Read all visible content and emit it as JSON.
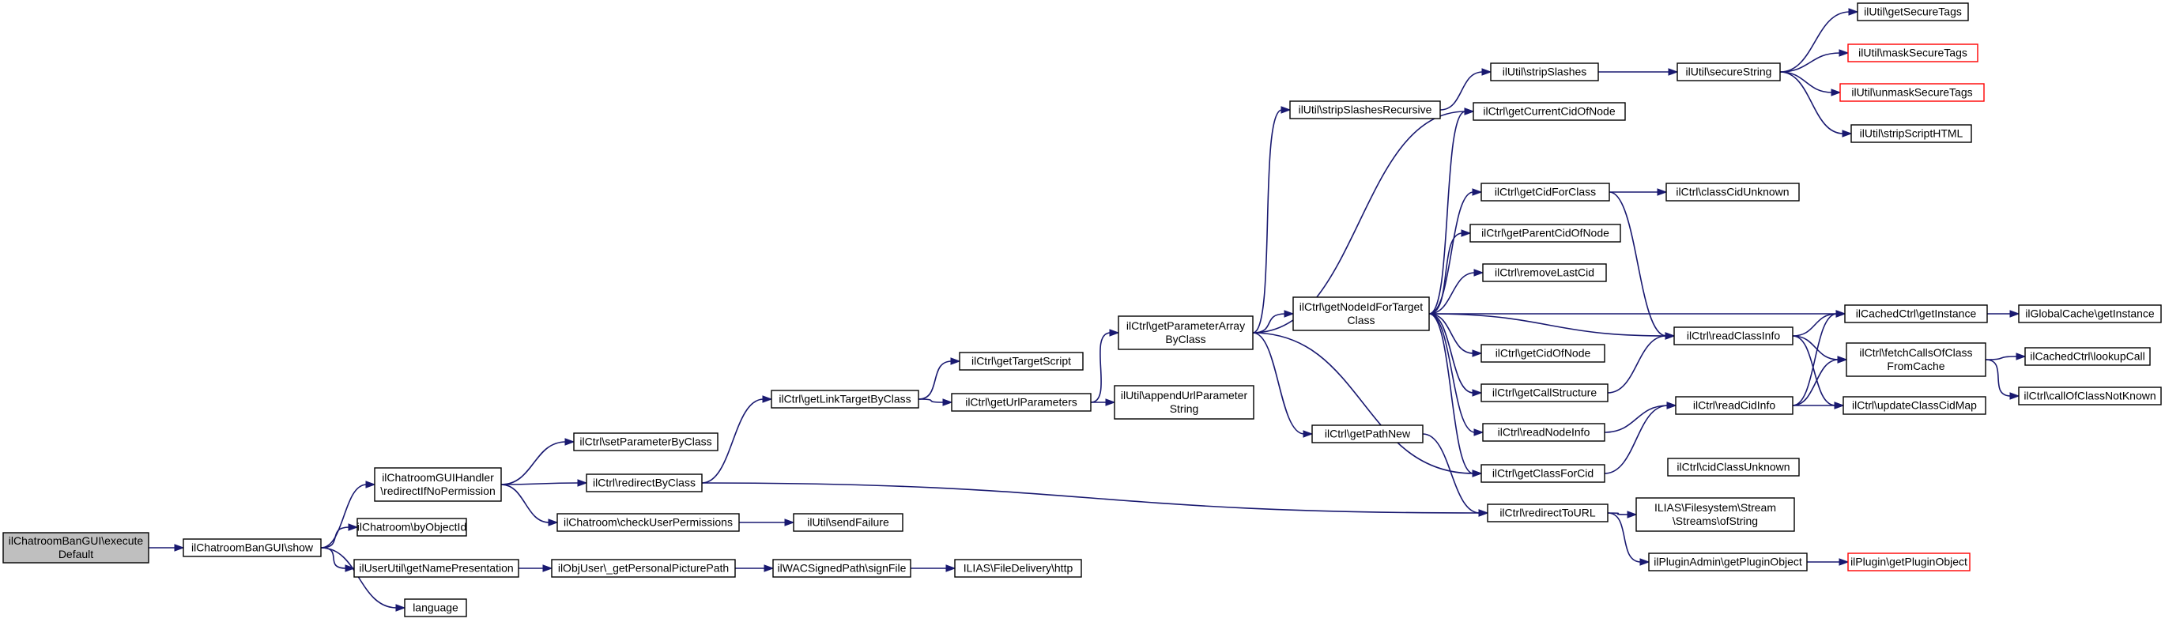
{
  "colors": {
    "edge": "#191970",
    "root_fill": "#bfbfbf",
    "missing_border": "#ff0000",
    "node_border": "#000000"
  },
  "nodes": [
    {
      "id": "n0",
      "lines": [
        "ilChatroomBanGUI\\execute",
        "Default"
      ],
      "root": true
    },
    {
      "id": "n1",
      "lines": [
        "ilChatroomBanGUI\\show"
      ]
    },
    {
      "id": "n2",
      "lines": [
        "ilChatroomGUIHandler",
        "\\redirectIfNoPermission"
      ]
    },
    {
      "id": "n3",
      "lines": [
        "ilChatroom\\byObjectId"
      ]
    },
    {
      "id": "n4",
      "lines": [
        "ilUserUtil\\getNamePresentation"
      ]
    },
    {
      "id": "n5",
      "lines": [
        "language"
      ]
    },
    {
      "id": "n6",
      "lines": [
        "ilCtrl\\setParameterByClass"
      ]
    },
    {
      "id": "n7",
      "lines": [
        "ilCtrl\\redirectByClass"
      ]
    },
    {
      "id": "n8",
      "lines": [
        "ilChatroom\\checkUserPermissions"
      ]
    },
    {
      "id": "n9",
      "lines": [
        "ilObjUser\\_getPersonalPicturePath"
      ]
    },
    {
      "id": "n10",
      "lines": [
        "ilCtrl\\getLinkTargetByClass"
      ]
    },
    {
      "id": "n11",
      "lines": [
        "ilUtil\\sendFailure"
      ]
    },
    {
      "id": "n12",
      "lines": [
        "ilWACSignedPath\\signFile"
      ]
    },
    {
      "id": "n13",
      "lines": [
        "ilCtrl\\getTargetScript"
      ]
    },
    {
      "id": "n14",
      "lines": [
        "ilCtrl\\getUrlParameters"
      ]
    },
    {
      "id": "n15",
      "lines": [
        "ILIAS\\FileDelivery\\http"
      ]
    },
    {
      "id": "n16",
      "lines": [
        "ilCtrl\\getParameterArray",
        "ByClass"
      ]
    },
    {
      "id": "n17",
      "lines": [
        "ilUtil\\appendUrlParameter",
        "String"
      ]
    },
    {
      "id": "n18",
      "lines": [
        "ilUtil\\stripSlashesRecursive"
      ]
    },
    {
      "id": "n19",
      "lines": [
        "ilCtrl\\getNodeIdForTarget",
        "Class"
      ]
    },
    {
      "id": "n20",
      "lines": [
        "ilCtrl\\getPathNew"
      ]
    },
    {
      "id": "n21",
      "lines": [
        "ilUtil\\stripSlashes"
      ]
    },
    {
      "id": "n22",
      "lines": [
        "ilCtrl\\getCurrentCidOfNode"
      ]
    },
    {
      "id": "n23",
      "lines": [
        "ilCtrl\\getCidForClass"
      ]
    },
    {
      "id": "n24",
      "lines": [
        "ilCtrl\\getParentCidOfNode"
      ]
    },
    {
      "id": "n25",
      "lines": [
        "ilCtrl\\removeLastCid"
      ]
    },
    {
      "id": "n26",
      "lines": [
        "ilCtrl\\getCidOfNode"
      ]
    },
    {
      "id": "n27",
      "lines": [
        "ilCtrl\\getCallStructure"
      ]
    },
    {
      "id": "n28",
      "lines": [
        "ilCtrl\\readNodeInfo"
      ]
    },
    {
      "id": "n29",
      "lines": [
        "ilCtrl\\getClassForCid"
      ]
    },
    {
      "id": "n30",
      "lines": [
        "ilCtrl\\redirectToURL"
      ]
    },
    {
      "id": "n31",
      "lines": [
        "ilUtil\\secureString"
      ]
    },
    {
      "id": "n32",
      "lines": [
        "ilCtrl\\classCidUnknown"
      ]
    },
    {
      "id": "n33",
      "lines": [
        "ilCtrl\\readClassInfo"
      ]
    },
    {
      "id": "n34",
      "lines": [
        "ilCtrl\\readCidInfo"
      ]
    },
    {
      "id": "n35",
      "lines": [
        "ilCtrl\\cidClassUnknown"
      ]
    },
    {
      "id": "n36",
      "lines": [
        "ILIAS\\Filesystem\\Stream",
        "\\Streams\\ofString"
      ]
    },
    {
      "id": "n37",
      "lines": [
        "ilPluginAdmin\\getPluginObject"
      ]
    },
    {
      "id": "n38",
      "lines": [
        "ilUtil\\getSecureTags"
      ]
    },
    {
      "id": "n39",
      "lines": [
        "ilUtil\\maskSecureTags"
      ],
      "missing": true
    },
    {
      "id": "n40",
      "lines": [
        "ilUtil\\unmaskSecureTags"
      ],
      "missing": true
    },
    {
      "id": "n41",
      "lines": [
        "ilUtil\\stripScriptHTML"
      ]
    },
    {
      "id": "n42",
      "lines": [
        "ilCachedCtrl\\getInstance"
      ]
    },
    {
      "id": "n43",
      "lines": [
        "ilCtrl\\fetchCallsOfClass",
        "FromCache"
      ]
    },
    {
      "id": "n44",
      "lines": [
        "ilCtrl\\updateClassCidMap"
      ]
    },
    {
      "id": "n45",
      "lines": [
        "ilPlugin\\getPluginObject"
      ],
      "missing": true
    },
    {
      "id": "n46",
      "lines": [
        "ilGlobalCache\\getInstance"
      ]
    },
    {
      "id": "n47",
      "lines": [
        "ilCachedCtrl\\lookupCall"
      ]
    },
    {
      "id": "n48",
      "lines": [
        "ilCtrl\\callOfClassNotKnown"
      ]
    }
  ],
  "edges": [
    [
      "n0",
      "n1"
    ],
    [
      "n1",
      "n2"
    ],
    [
      "n1",
      "n3"
    ],
    [
      "n1",
      "n4"
    ],
    [
      "n1",
      "n5"
    ],
    [
      "n2",
      "n6"
    ],
    [
      "n2",
      "n7"
    ],
    [
      "n2",
      "n8"
    ],
    [
      "n4",
      "n9"
    ],
    [
      "n7",
      "n10"
    ],
    [
      "n7",
      "n30"
    ],
    [
      "n8",
      "n11"
    ],
    [
      "n9",
      "n12"
    ],
    [
      "n12",
      "n15"
    ],
    [
      "n10",
      "n13"
    ],
    [
      "n10",
      "n14"
    ],
    [
      "n14",
      "n16"
    ],
    [
      "n14",
      "n17"
    ],
    [
      "n16",
      "n18"
    ],
    [
      "n16",
      "n22"
    ],
    [
      "n16",
      "n19"
    ],
    [
      "n16",
      "n20"
    ],
    [
      "n16",
      "n29"
    ],
    [
      "n18",
      "n21"
    ],
    [
      "n21",
      "n31"
    ],
    [
      "n31",
      "n38"
    ],
    [
      "n31",
      "n39"
    ],
    [
      "n31",
      "n40"
    ],
    [
      "n31",
      "n41"
    ],
    [
      "n19",
      "n22"
    ],
    [
      "n19",
      "n23"
    ],
    [
      "n19",
      "n24"
    ],
    [
      "n19",
      "n25"
    ],
    [
      "n19",
      "n26"
    ],
    [
      "n19",
      "n27"
    ],
    [
      "n19",
      "n28"
    ],
    [
      "n19",
      "n29"
    ],
    [
      "n19",
      "n33"
    ],
    [
      "n19",
      "n42"
    ],
    [
      "n20",
      "n30"
    ],
    [
      "n23",
      "n32"
    ],
    [
      "n23",
      "n33"
    ],
    [
      "n27",
      "n33"
    ],
    [
      "n28",
      "n34"
    ],
    [
      "n29",
      "n34"
    ],
    [
      "n30",
      "n36"
    ],
    [
      "n30",
      "n37"
    ],
    [
      "n37",
      "n45"
    ],
    [
      "n33",
      "n42"
    ],
    [
      "n33",
      "n43"
    ],
    [
      "n33",
      "n44"
    ],
    [
      "n34",
      "n42"
    ],
    [
      "n34",
      "n43"
    ],
    [
      "n34",
      "n44"
    ],
    [
      "n42",
      "n46"
    ],
    [
      "n43",
      "n47"
    ],
    [
      "n43",
      "n48"
    ]
  ]
}
